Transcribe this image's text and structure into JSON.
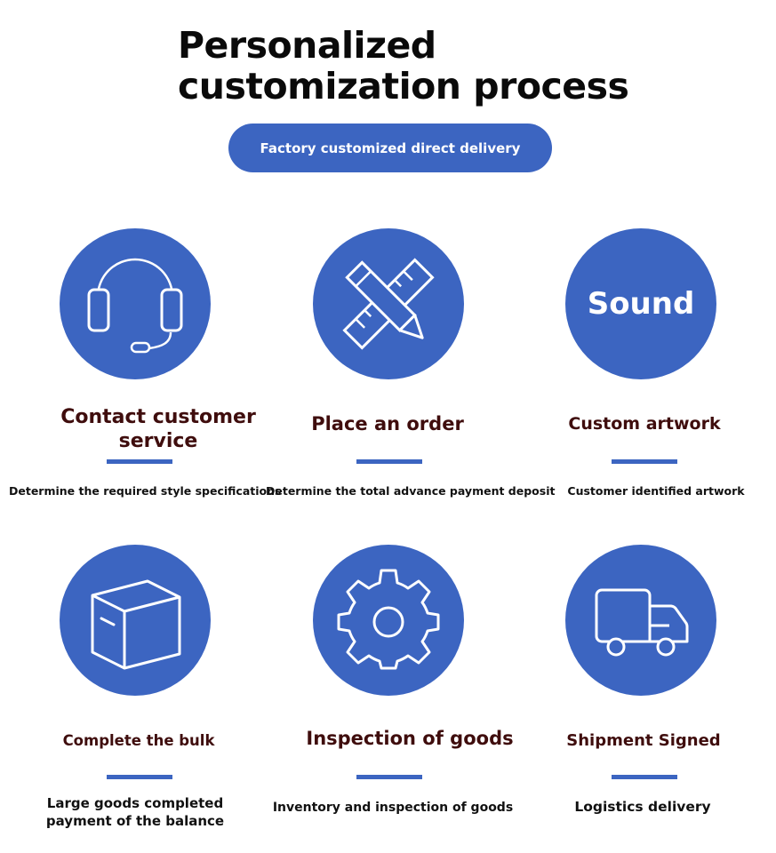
{
  "header": {
    "title_line1": "Personalized",
    "title_line2": "customization process",
    "pill_label": "Factory customized direct delivery"
  },
  "colors": {
    "accent": "#3c65c1",
    "step_title": "#3f0d0d"
  },
  "steps": [
    {
      "icon": "headset-icon",
      "title_line1": "Contact customer",
      "title_line2": "service",
      "description": "Determine the required style specifications"
    },
    {
      "icon": "pencil-ruler-icon",
      "title": "Place an order",
      "description": "Determine the total advance payment deposit"
    },
    {
      "icon_text": "Sound",
      "title": "Custom artwork",
      "description": "Customer identified artwork"
    },
    {
      "icon": "box-icon",
      "title": "Complete the bulk",
      "description_line1": "Large goods completed",
      "description_line2": "payment of the balance"
    },
    {
      "icon": "gear-icon",
      "title": "Inspection of goods",
      "description": "Inventory and inspection of goods"
    },
    {
      "icon": "truck-icon",
      "title": "Shipment Signed",
      "description": "Logistics delivery"
    }
  ]
}
